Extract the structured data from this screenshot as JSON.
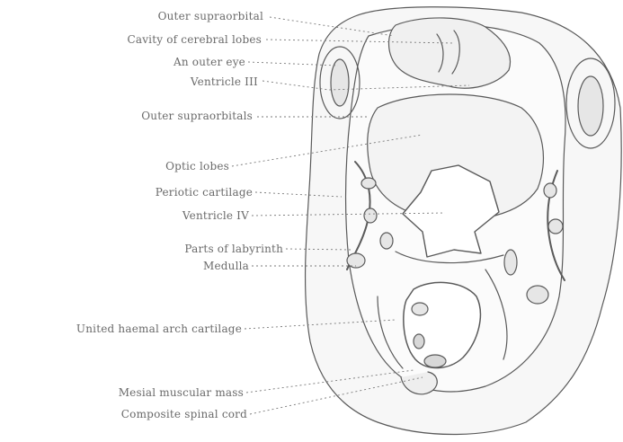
{
  "figure": {
    "labels": [
      "Outer supraorbital",
      "Cavity of cerebral lobes",
      "An outer eye",
      "Ventricle III",
      "Outer supraorbitals",
      "Optic lobes",
      "Periotic cartilage",
      "Ventricle IV",
      "Parts of labyrinth",
      "Medulla",
      "United haemal arch cartilage",
      "Mesial muscular mass",
      "Composite spinal cord"
    ]
  },
  "colors": {
    "ink": "#6a6a6a",
    "line": "#5a5a5a",
    "fill": "#ececec",
    "paper": "#ffffff"
  }
}
